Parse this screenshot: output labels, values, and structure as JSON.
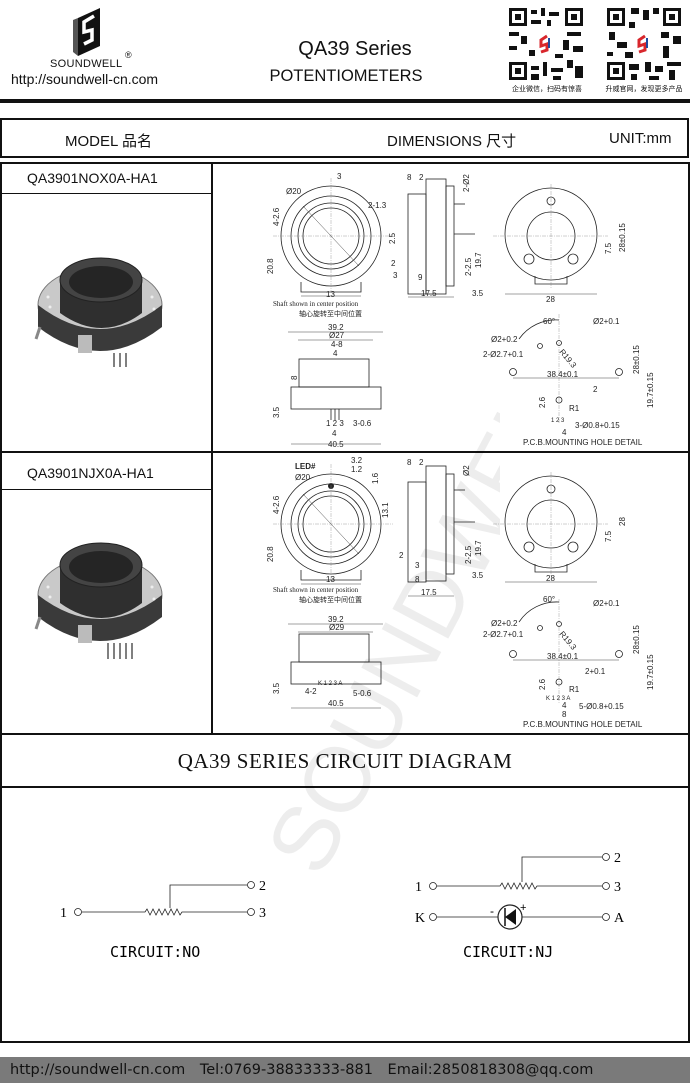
{
  "header": {
    "brand": "SOUNDWELL",
    "registered": "®",
    "website": "http://soundwell-cn.com",
    "title": "QA39 Series",
    "subtitle": "POTENTIOMETERS",
    "qr_captions": [
      "企业微信，扫码有惊喜",
      "升威官网，发现更多产品"
    ]
  },
  "table_header": {
    "model": "MODEL 品名",
    "dimensions": "DIMENSIONS 尺寸",
    "unit": "UNIT:mm"
  },
  "products": [
    {
      "model": "QA3901NOX0A-HA1",
      "drawing": {
        "front": [
          "3",
          "Ø20",
          "4-2.6",
          "2-1.3",
          "20.8",
          "13"
        ],
        "note_en": "Shaft shown in center position",
        "note_cn": "轴心旋转至中间位置",
        "side": [
          "8",
          "2",
          "2-Ø2",
          "2.5",
          "2",
          "3",
          "9",
          "2-2.5",
          "19.7",
          "17.5",
          "3.5"
        ],
        "back": [
          "7.5",
          "28±0.15",
          "28"
        ],
        "bottom": [
          "39.2",
          "Ø27",
          "4-8",
          "4",
          "8",
          "3.5",
          "1 2 3",
          "3-0.6",
          "4",
          "40.5"
        ],
        "pcb": [
          "60°",
          "Ø2+0.1",
          "Ø2+0.2",
          "R19.3",
          "2-Ø2.7+0.1",
          "38.4±0.1",
          "28±0.15",
          "19.7±0.15",
          "2",
          "2.6",
          "R1",
          "3-Ø0.8+0.15",
          "4",
          "1 2 3"
        ],
        "pcb_title": "P.C.B.MOUNTING HOLE DETAIL"
      }
    },
    {
      "model": "QA3901NJX0A-HA1",
      "drawing": {
        "front": [
          "3.2",
          "Ø20",
          "4-2.6",
          "1.2",
          "20.8",
          "13",
          "LED#",
          "1.6",
          "13.1"
        ],
        "note_en": "Shaft shown in center position",
        "note_cn": "轴心旋转至中间位置",
        "side": [
          "8",
          "2",
          "Ø2",
          "2",
          "3",
          "8",
          "2-2.5",
          "19.7",
          "17.5",
          "3.5"
        ],
        "back": [
          "7.5",
          "28",
          "28"
        ],
        "bottom": [
          "39.2",
          "Ø29",
          "4-2",
          "K 1 2 3 A",
          "3.5",
          "5-0.6",
          "40.5"
        ],
        "pcb": [
          "60°",
          "Ø2+0.1",
          "Ø2+0.2",
          "R19.3",
          "2-Ø2.7+0.1",
          "38.4±0.1",
          "28±0.15",
          "19.7±0.15",
          "2+0.1",
          "2.6",
          "R1",
          "5-Ø0.8+0.15",
          "4",
          "K 1 2 3 A",
          "8"
        ],
        "pcb_title": "P.C.B.MOUNTING HOLE DETAIL"
      }
    }
  ],
  "circuit": {
    "title": "QA39 SERIES CIRCUIT DIAGRAM",
    "watermark": "SOUNDWELL",
    "no": {
      "pins": [
        "1",
        "2",
        "3"
      ],
      "label": "CIRCUIT:NO"
    },
    "nj": {
      "pins": [
        "1",
        "2",
        "3",
        "K",
        "A"
      ],
      "polarity": [
        "-",
        "+"
      ],
      "label": "CIRCUIT:NJ"
    }
  },
  "footer": {
    "website": "http://soundwell-cn.com",
    "tel": "Tel:0769-38833333-881",
    "email": "Email:2850818308@qq.com"
  },
  "colors": {
    "footer_bg": "#7a7a7a",
    "qr_logo_red": "#d8262c",
    "qr_logo_blue": "#1f4aa0"
  }
}
